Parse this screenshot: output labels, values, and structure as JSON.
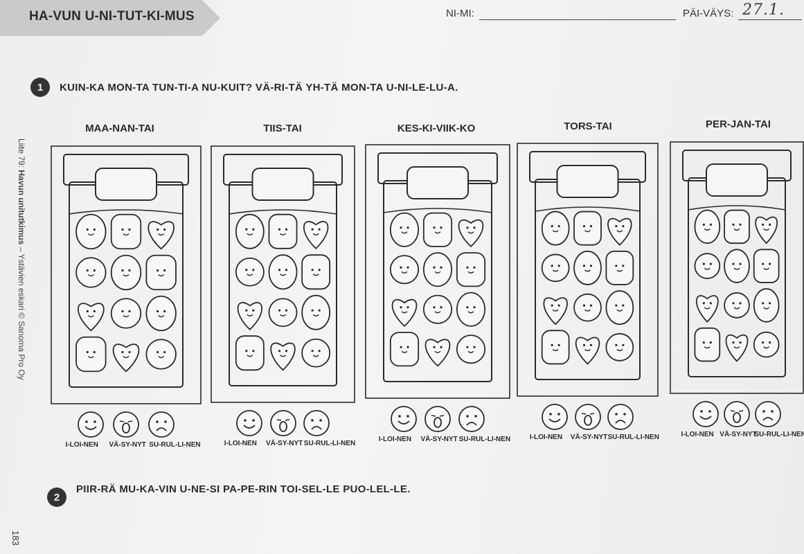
{
  "header": {
    "title": "HA-VUN U-NI-TUT-KI-MUS",
    "name_label": "NI-MI:",
    "date_label": "PÄI-VÄYS:",
    "date_value": "27.1."
  },
  "task1": {
    "number": "1",
    "instruction": "KUIN-KA MON-TA TUN-TI-A NU-KUIT? VÄ-RI-TÄ YH-TÄ MON-TA U-NI-LE-LU-A."
  },
  "days": [
    {
      "label": "MAA-NAN-TAI"
    },
    {
      "label": "TIIS-TAI"
    },
    {
      "label": "KES-KI-VIIK-KO"
    },
    {
      "label": "TORS-TAI"
    },
    {
      "label": "PER-JAN-TAI"
    }
  ],
  "moods": [
    "I-LOI-NEN",
    "VÄ-SY-NYT",
    "SU-RUL-LI-NEN"
  ],
  "task2": {
    "number": "2",
    "instruction": "PIIR-RÄ MU-KA-VIN U-NE-SI PA-PE-RIN TOI-SEL-LE PUO-LEL-LE."
  },
  "sidebar": {
    "prefix": "Liite 79: ",
    "bold": "Havun unitutkimus",
    "suffix": " – Ystävien eskari © Sanoma Pro Oy"
  },
  "page_number": "183",
  "icons": {
    "happy": "smiley-face-icon",
    "tired": "yawning-face-icon",
    "sad": "sad-face-icon"
  }
}
